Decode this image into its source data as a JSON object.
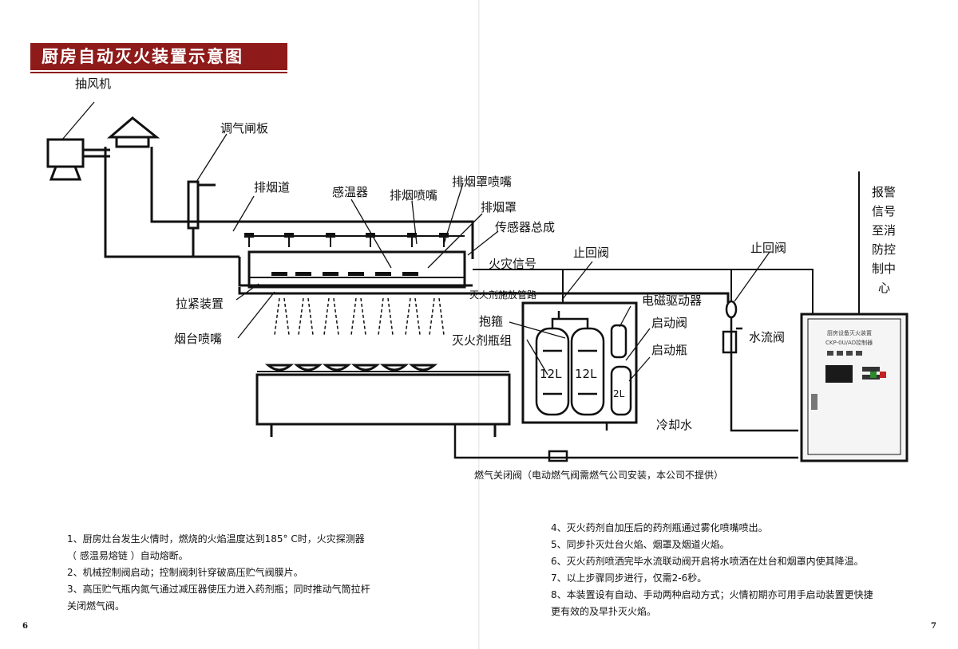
{
  "title": "厨房自动灭火装置示意图",
  "labels": {
    "fan": "抽风机",
    "damper": "调气闸板",
    "duct": "排烟道",
    "sensor": "感温器",
    "duct_nozzle": "排烟喷嘴",
    "hood_nozzle": "排烟罩喷嘴",
    "hood": "排烟罩",
    "sensor_assembly": "传感器总成",
    "fire_signal": "火灾信号",
    "pipeline": "灭火剂施放管路",
    "tension": "拉紧装置",
    "stove_nozzle": "烟台喷嘴",
    "check_valve_1": "止回阀",
    "check_valve_2": "止回阀",
    "clamp": "抱箍",
    "agent_group": "灭火剂瓶组",
    "solenoid": "电磁驱动器",
    "start_valve": "启动阀",
    "start_bottle": "启动瓶",
    "water_valve": "水流阀",
    "cooling_water": "冷却水",
    "alarm_signal": [
      "报警",
      "信号",
      "至消",
      "防控",
      "制中",
      "心"
    ],
    "gas_valve": "燃气关闭阀（电动燃气阀需燃气公司安装，本公司不提供）",
    "bottle_12l_a": "12L",
    "bottle_12l_b": "12L",
    "bottle_2l": "2L",
    "panel_title": "厨房设备灭火装置",
    "panel_model": "CKP-0U/AD控制器"
  },
  "notes_left": [
    "1、厨房灶台发生火情时，燃烧的火焰温度达到185° C时，火灾探测器",
    "（ 感温易熔链 ）自动熔断。",
    "2、机械控制阀启动；控制阀刺针穿破高压贮气阀膜片。",
    "3、高压贮气瓶内氮气通过减压器使压力进入药剂瓶；同时推动气筒拉杆",
    "关闭燃气阀。"
  ],
  "notes_right": [
    "4、灭火药剂自加压后的药剂瓶通过雾化喷嘴喷出。",
    "5、同步扑灭灶台火焰、烟罩及烟道火焰。",
    "6、灭火药剂喷洒完毕水流联动阀开启将水喷洒在灶台和烟罩内使其降温。",
    "7、以上步骤同步进行，仅需2-6秒。",
    "8、本装置设有自动、手动两种启动方式；火情初期亦可用手启动装置更快捷",
    "更有效的及早扑灭火焰。"
  ],
  "page_left": "6",
  "page_right": "7",
  "colors": {
    "title_bg": "#8e1a1a",
    "line": "#111111"
  }
}
